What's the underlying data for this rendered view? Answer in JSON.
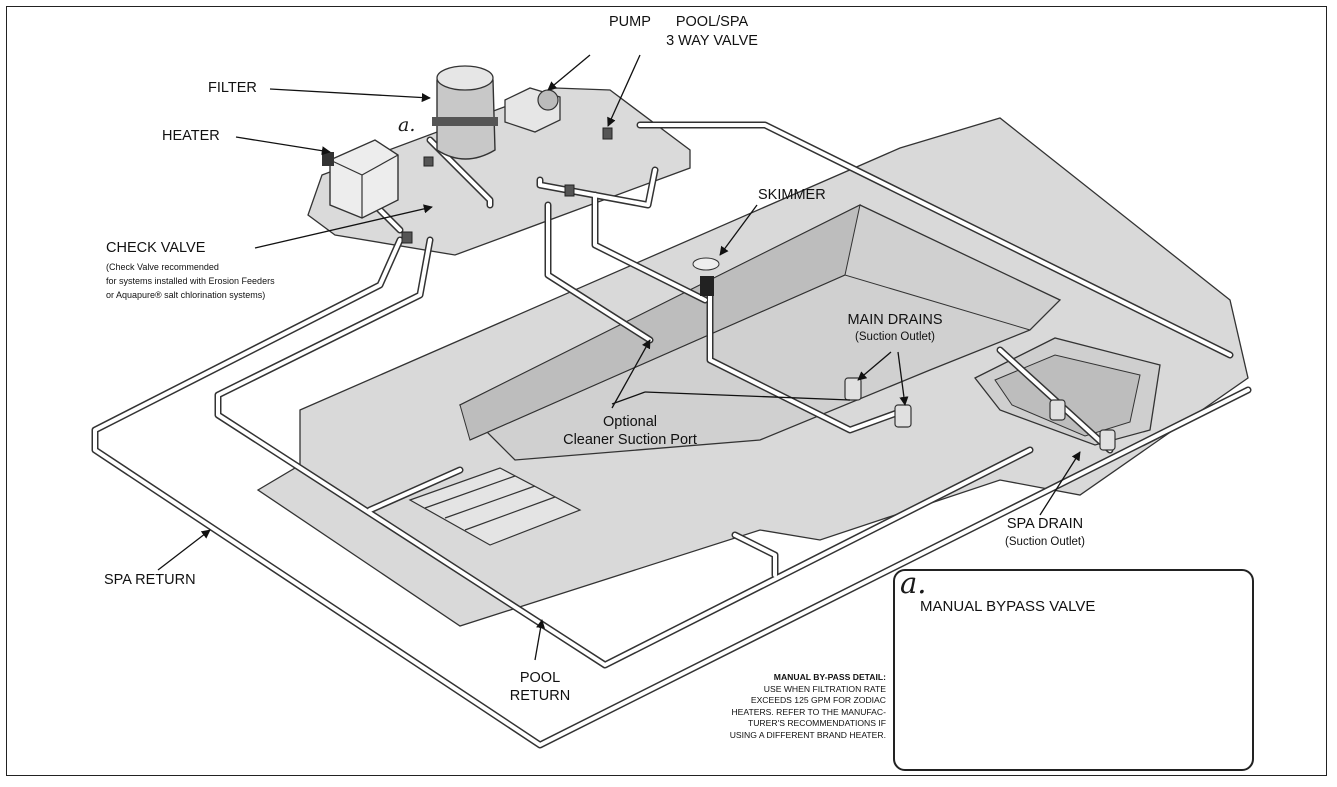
{
  "labels": {
    "pump": "PUMP",
    "pool_spa_valve_line1": "POOL/SPA",
    "pool_spa_valve_line2": "3 WAY VALVE",
    "filter": "FILTER",
    "heater": "HEATER",
    "detail_marker": "a.",
    "skimmer": "SKIMMER",
    "check_valve": "CHECK VALVE",
    "check_valve_note_line1": "(Check Valve recommended",
    "check_valve_note_line2": "for systems installed with Erosion Feeders",
    "check_valve_note_line3": "or Aquapure® salt chlorination systems)",
    "main_drains": "MAIN DRAINS",
    "main_drains_sub": "(Suction Outlet)",
    "cleaner_port_line1": "Optional",
    "cleaner_port_line2": "Cleaner Suction Port",
    "spa_drain": "SPA DRAIN",
    "spa_drain_sub": "(Suction Outlet)",
    "spa_return": "SPA RETURN",
    "pool_return_line1": "POOL",
    "pool_return_line2": "RETURN"
  },
  "inset": {
    "marker": "a.",
    "title": "MANUAL BYPASS VALVE"
  },
  "bypass_detail": {
    "heading": "MANUAL BY-PASS DETAIL:",
    "line1": "USE WHEN FILTRATION RATE",
    "line2": "EXCEEDS 125 GPM FOR ZODIAC",
    "line3": "HEATERS. REFER TO THE MANUFAC-",
    "line4": "TURER'S RECOMMENDATIONS IF",
    "line5": "USING A DIFFERENT BRAND HEATER."
  },
  "colors": {
    "slab": "#d9d9d9",
    "pool_wall": "#bdbdbd",
    "pipe": "#ffffff",
    "outline": "#333333"
  }
}
